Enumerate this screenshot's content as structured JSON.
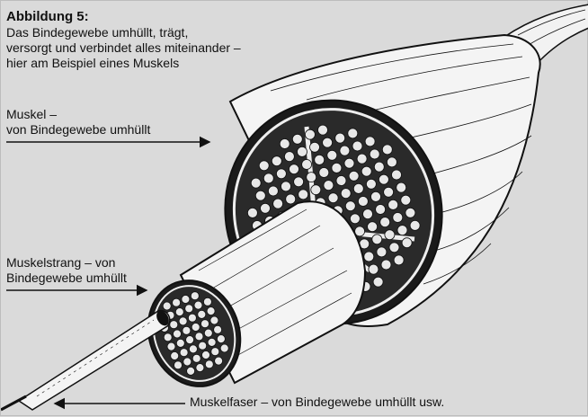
{
  "caption": {
    "title": "Abbildung 5:",
    "lines": [
      "Das Bindegewebe umhüllt, trägt,",
      "versorgt und verbindet alles miteinander –",
      "hier am Beispiel eines Muskels"
    ]
  },
  "labels": {
    "muscle": [
      "Muskel –",
      "von Bindegewebe umhüllt"
    ],
    "bundle": [
      "Muskelstrang – von",
      "Bindegewebe umhüllt"
    ],
    "fiber": "Muskelfaser – von Bindegewebe umhüllt usw."
  },
  "colors": {
    "background": "#dadada",
    "ink": "#111111",
    "fill": "#f4f4f4"
  }
}
